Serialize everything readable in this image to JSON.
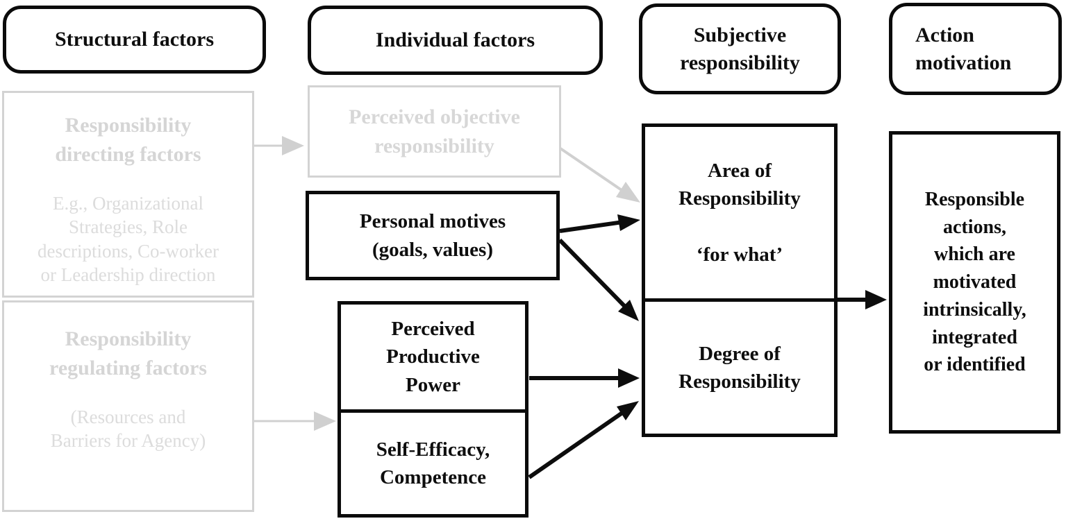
{
  "colors": {
    "box_border_black": "#0b0b0b",
    "text_black": "#0e0e0e",
    "inactive_gray_border": "#d3d3d3",
    "inactive_gray_text": "#d7d7d7",
    "black_arrow": "#0d0d0d",
    "gray_arrow": "#d0d0d0",
    "background": "#ffffff"
  },
  "headers": {
    "structural": "Structural factors",
    "individual": "Individual factors",
    "subjective": "Subjective\nresponsibility",
    "action": "Action\nmotivation"
  },
  "structural_factors": {
    "directing": {
      "title": "Responsibility\ndirecting factors",
      "body": "E.g., Organizational\nStrategies, Role\ndescriptions, Co-worker\nor Leadership direction"
    },
    "regulating": {
      "title": "Responsibility\nregulating factors",
      "body": "(Resources and\nBarriers for Agency)"
    }
  },
  "individual_factors": {
    "perceived_objective": "Perceived objective\nresponsibility",
    "personal_motives": "Personal motives\n(goals, values)",
    "productive_power": "Perceived\nProductive\nPower",
    "self_efficacy": "Self-Efficacy,\nCompetence"
  },
  "subjective_responsibility": {
    "area": "Area of\nResponsibility\n\n‘for what’",
    "degree": "Degree of\nResponsibility"
  },
  "action_motivation": {
    "responsible_actions": "Responsible\nactions,\nwhich are\nmotivated\nintrinsically,\nintegrated\nor identified"
  },
  "connections": [
    {
      "from": "Responsibility directing factors",
      "to": "Perceived objective responsibility",
      "style": "gray"
    },
    {
      "from": "Responsibility regulating factors",
      "to": "Self-Efficacy, Competence",
      "style": "gray"
    },
    {
      "from": "Perceived objective responsibility",
      "to": "Area of Responsibility",
      "style": "gray"
    },
    {
      "from": "Personal motives (goals, values)",
      "to": "Area of Responsibility",
      "style": "black"
    },
    {
      "from": "Personal motives (goals, values)",
      "to": "Degree of Responsibility",
      "style": "black"
    },
    {
      "from": "Perceived Productive Power",
      "to": "Degree of Responsibility",
      "style": "black"
    },
    {
      "from": "Self-Efficacy, Competence",
      "to": "Degree of Responsibility",
      "style": "black"
    },
    {
      "from": "Subjective responsibility",
      "to": "Responsible actions",
      "style": "black"
    }
  ]
}
